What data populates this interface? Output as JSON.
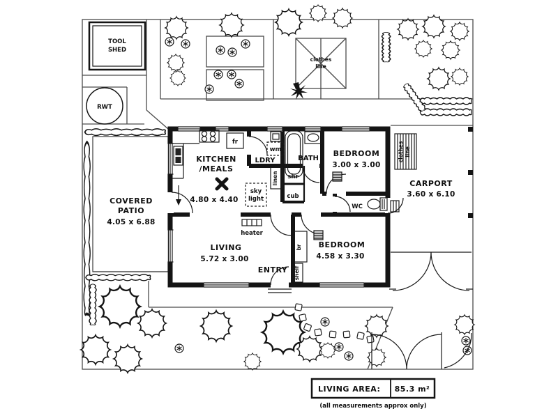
{
  "site": {
    "tool_shed": {
      "line1": "TOOL",
      "line2": "SHED"
    },
    "rainwater_tank": "RWT",
    "clothes_line": {
      "line1": "clothes",
      "line2": "line"
    }
  },
  "house": {
    "kitchen": {
      "name1": "KITCHEN",
      "name2": "/MEALS",
      "dims": "4.80 x 4.40",
      "fridge": "fr"
    },
    "laundry": {
      "name": "LDRY",
      "washing_machine": "wm"
    },
    "linen": "linen",
    "bath": {
      "name": "BATH",
      "shower": "shr",
      "cupboard": "cub"
    },
    "skylight": {
      "line1": "sky",
      "line2": "light"
    },
    "bedroom1": {
      "name": "BEDROOM",
      "dims": "3.00 x 3.00"
    },
    "wc": "WC",
    "living": {
      "name": "LIVING",
      "dims": "5.72 x 3.00",
      "heater": "heater"
    },
    "entry": {
      "name": "ENTRY",
      "shelf": "shelf",
      "robe": "br"
    },
    "bedroom2": {
      "name": "BEDROOM",
      "dims": "4.58 x 3.30"
    }
  },
  "outdoor": {
    "covered_patio": {
      "name1": "COVERED",
      "name2": "PATIO",
      "dims": "4.05 x 6.88"
    },
    "carport": {
      "name": "CARPORT",
      "dims": "3.60 x 6.10",
      "rack1": "clothes",
      "rack2": "line"
    }
  },
  "summary": {
    "label": "LIVING AREA:",
    "value": "85.3 m²",
    "note": "(all measurements approx only)"
  },
  "icons": {
    "tree": "tree-icon",
    "flower": "flower-icon",
    "hedge": "hedge-icon",
    "agave": "agave-plant-icon",
    "stepping_stone": "stepping-stone-icon",
    "gate": "gate-arc-icon",
    "ceiling_fan": "ceiling-fan-icon",
    "stove": "stove-icon",
    "sink": "sink-icon",
    "bathtub": "bathtub-icon",
    "basin": "basin-icon",
    "toilet": "toilet-icon",
    "robe": "robe-icon"
  },
  "colors": {
    "ink": "#141414",
    "fence": "#4a4a4a",
    "paper": "#ffffff"
  }
}
